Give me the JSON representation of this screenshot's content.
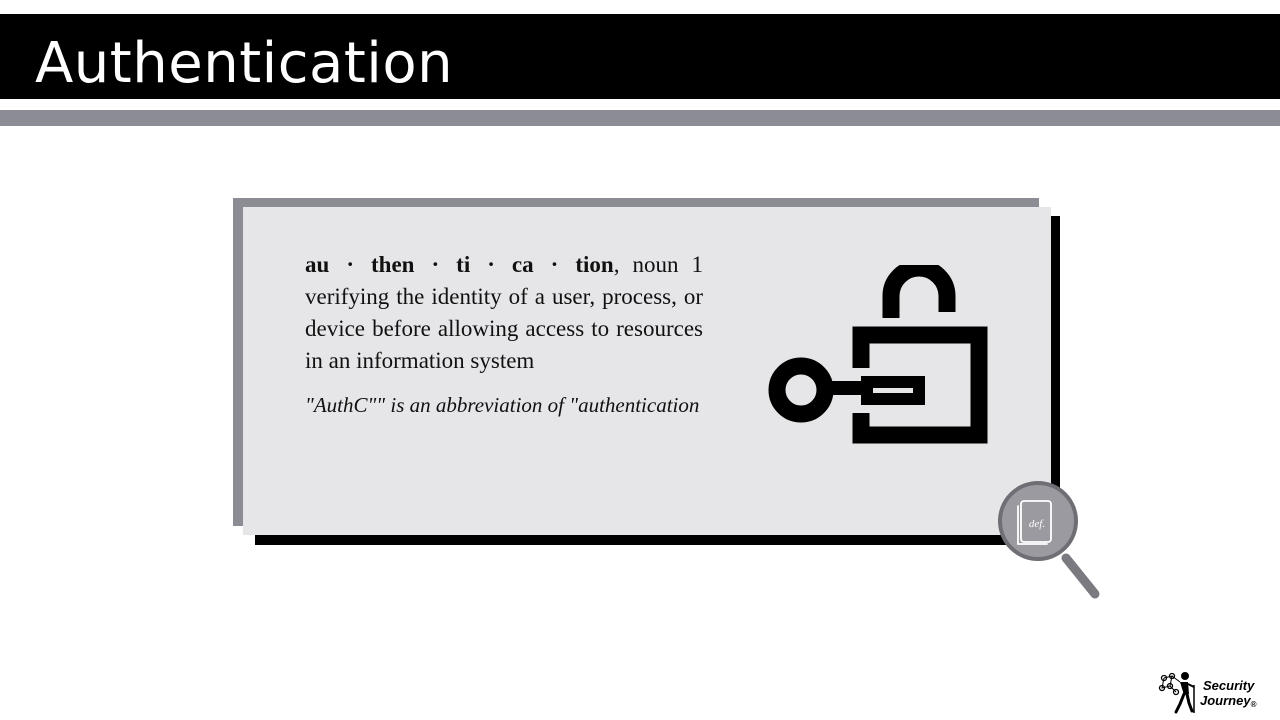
{
  "slide": {
    "title": "Authentication"
  },
  "definition": {
    "word": "au · then · ti · ca · tion",
    "part_of_speech": ", noun 1",
    "meaning": "verifying the identity of a user, process, or device before allowing access to resources in an information system",
    "note": "\"AuthC\"\" is an abbreviation of \"authentication"
  },
  "icons": {
    "lock": "unlocked-padlock-with-key-icon",
    "magnifier": "magnifying-glass-definition-book-icon",
    "magnifier_label": "def."
  },
  "branding": {
    "line1": "Security",
    "line2": "Journey",
    "mark": "®"
  },
  "colors": {
    "title_bar": "#000000",
    "title_text": "#ffffff",
    "accent_gray": "#8b8c94",
    "card_background": "#e6e6e8"
  }
}
